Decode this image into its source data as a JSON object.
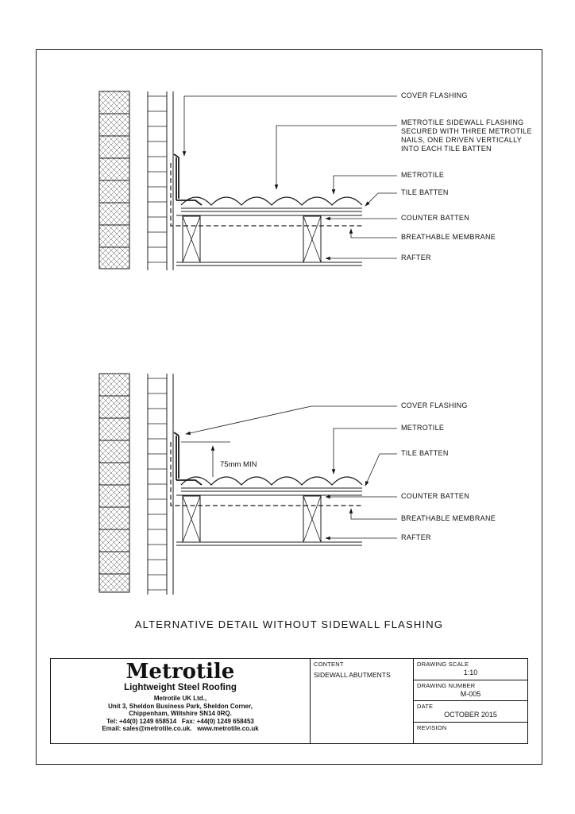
{
  "page": {
    "caption": "ALTERNATIVE DETAIL WITHOUT SIDEWALL FLASHING"
  },
  "detail_top": {
    "labels": {
      "cover_flashing": "COVER FLASHING",
      "sidewall_flashing": "METROTILE SIDEWALL FLASHING\nSECURED WITH THREE METROTILE\nNAILS, ONE DRIVEN VERTICALLY\nINTO EACH TILE BATTEN",
      "metrotile": "METROTILE",
      "tile_batten": "TILE BATTEN",
      "counter_batten": "COUNTER BATTEN",
      "breathable_membrane": "BREATHABLE MEMBRANE",
      "rafter": "RAFTER"
    }
  },
  "detail_bottom": {
    "labels": {
      "cover_flashing": "COVER FLASHING",
      "metrotile": "METROTILE",
      "tile_batten": "TILE BATTEN",
      "counter_batten": "COUNTER BATTEN",
      "breathable_membrane": "BREATHABLE MEMBRANE",
      "rafter": "RAFTER",
      "dimension": "75mm MIN"
    }
  },
  "title_block": {
    "logo": "Metrotile",
    "tagline": "Lightweight Steel Roofing",
    "address_lines": [
      "Metrotile UK Ltd.,",
      "Unit 3, Sheldon Business Park, Sheldon Corner,",
      "Chippenham, Wiltshire SN14 0RQ.",
      "Tel: +44(0) 1249 658514   Fax: +44(0) 1249 658453",
      "Email: sales@metrotile.co.uk.   www.metrotile.co.uk"
    ],
    "content_label": "CONTENT",
    "content_value": "SIDEWALL ABUTMENTS",
    "fields": [
      {
        "label": "DRAWING SCALE",
        "value": "1:10"
      },
      {
        "label": "DRAWING NUMBER",
        "value": "M-005"
      },
      {
        "label": "DATE",
        "value": "OCTOBER 2015"
      },
      {
        "label": "REVISION",
        "value": ""
      }
    ]
  }
}
